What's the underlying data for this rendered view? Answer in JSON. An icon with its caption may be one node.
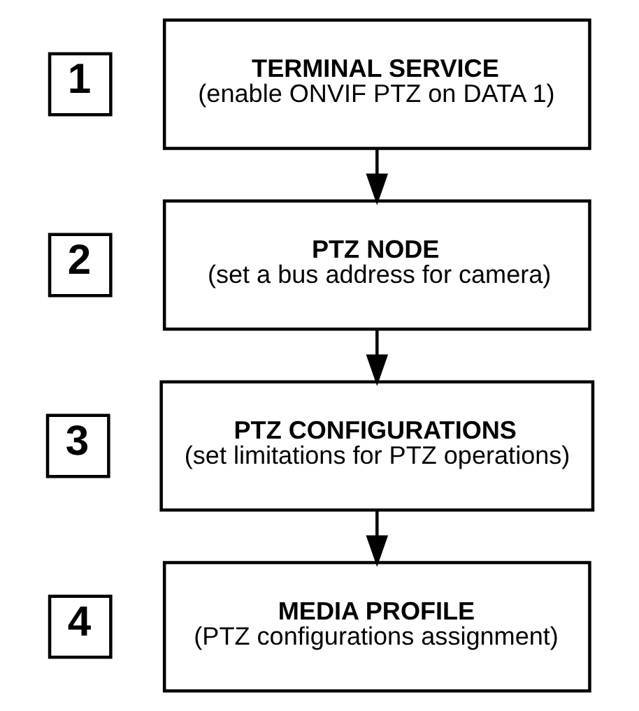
{
  "diagram": {
    "nodes": [
      {
        "text": [
          "1"
        ]
      },
      {
        "text": [
          "TERMINAL SERVICE",
          "(enable ONVIF PTZ on DATA 1)"
        ]
      },
      {
        "text": [
          "2"
        ]
      },
      {
        "text": [
          "PTZ NODE",
          "(set a bus address for camera)"
        ]
      },
      {
        "text": [
          "3"
        ]
      },
      {
        "text": [
          "PTZ CONFIGURATIONS",
          "(set limitations for PTZ operations)"
        ]
      },
      {
        "text": [
          "4"
        ]
      },
      {
        "text": [
          "MEDIA PROFILE",
          "(PTZ configurations assignment)"
        ]
      }
    ],
    "edges": [
      {
        "from": 1,
        "to": 3,
        "arrow": "to"
      },
      {
        "from": 3,
        "to": 5,
        "arrow": "to"
      },
      {
        "from": 5,
        "to": 7,
        "arrow": "to"
      }
    ]
  }
}
